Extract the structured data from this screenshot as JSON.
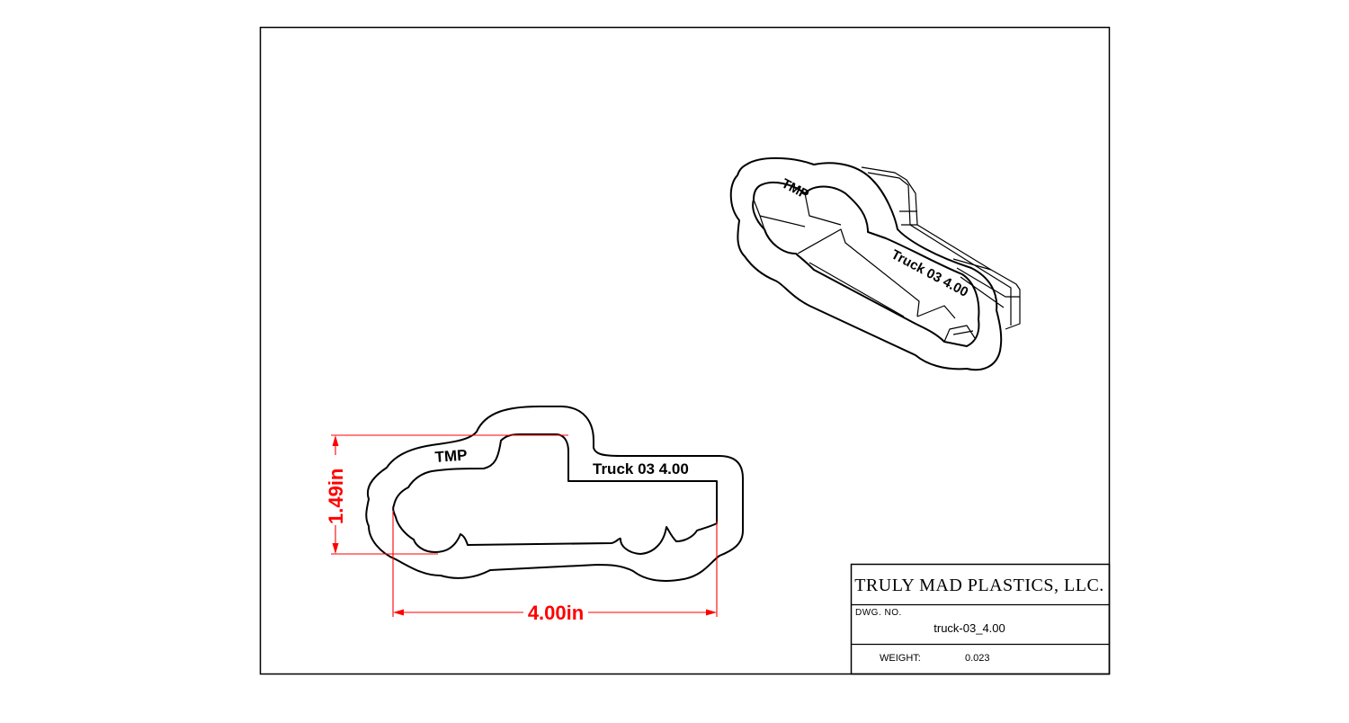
{
  "views": {
    "top": {
      "emboss_left": "TMP",
      "emboss_right": "Truck 03 4.00",
      "height_dimension": "1.49in",
      "width_dimension": "4.00in"
    },
    "isometric": {
      "emboss_left": "TMP",
      "emboss_right": "Truck 03 4.00"
    }
  },
  "title_block": {
    "company": "TRULY MAD PLASTICS, LLC.",
    "dwg_no_label": "DWG.  NO.",
    "dwg_no_value": "truck-03_4.00",
    "weight_label": "WEIGHT:",
    "weight_value": "0.023"
  },
  "colors": {
    "dimension": "#ff0000",
    "line": "#000000",
    "background": "#ffffff"
  }
}
